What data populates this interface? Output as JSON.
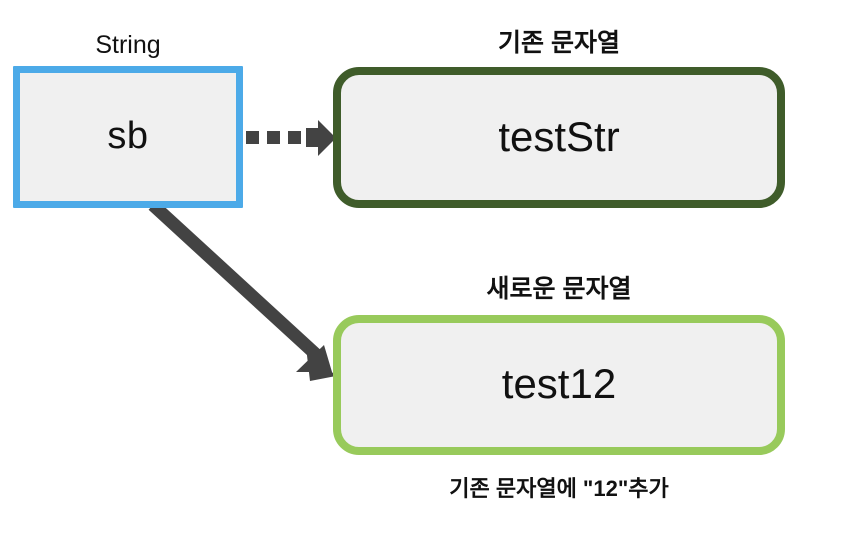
{
  "diagram": {
    "title_present": false,
    "background_color": "#ffffff",
    "nodes": [
      {
        "id": "sb",
        "label": "String",
        "text": "sb",
        "border_color": "#4caae8",
        "fill_color": "#f0f0f0",
        "shape": "rectangle"
      },
      {
        "id": "teststr",
        "label": "기존 문자열",
        "text": "testStr",
        "border_color": "#3f5c2a",
        "fill_color": "#f0f0f0",
        "shape": "rounded-rectangle"
      },
      {
        "id": "test12",
        "label": "새로운 문자열",
        "text": "test12",
        "border_color": "#98ca5b",
        "fill_color": "#f0f0f0",
        "shape": "rounded-rectangle"
      }
    ],
    "edges": [
      {
        "id": "sb-to-teststr",
        "from": "sb",
        "to": "teststr",
        "style": "dotted",
        "color": "#434343",
        "arrowhead": "solid-triangle"
      },
      {
        "id": "sb-to-test12",
        "from": "sb",
        "to": "test12",
        "style": "solid",
        "color": "#434343",
        "arrowhead": "solid-triangle"
      }
    ],
    "caption": "기존 문자열에 \"12\"추가"
  }
}
